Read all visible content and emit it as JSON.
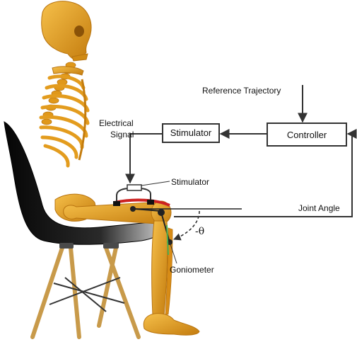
{
  "labels": {
    "reference_trajectory": "Reference Trajectory",
    "controller": "Controller",
    "stimulator_box": "Stimulator",
    "electrical_signal_line1": "Electrical",
    "electrical_signal_line2": "Signal",
    "stimulator_electrode": "Stimulator",
    "joint_angle": "Joint Angle",
    "theta": "-θ",
    "goniometer": "Goniometer"
  },
  "colors": {
    "bone": "#e8a21c",
    "bone_dark": "#b87410",
    "chair": "#1c1c1c",
    "chair_legs": "#c89a4a",
    "line": "#333333",
    "thigh_band": "#cc2222",
    "goniometer_green": "#4caf50"
  },
  "icons": {
    "skeleton": "seated-skeleton-illustration",
    "chair": "chair-illustration"
  }
}
